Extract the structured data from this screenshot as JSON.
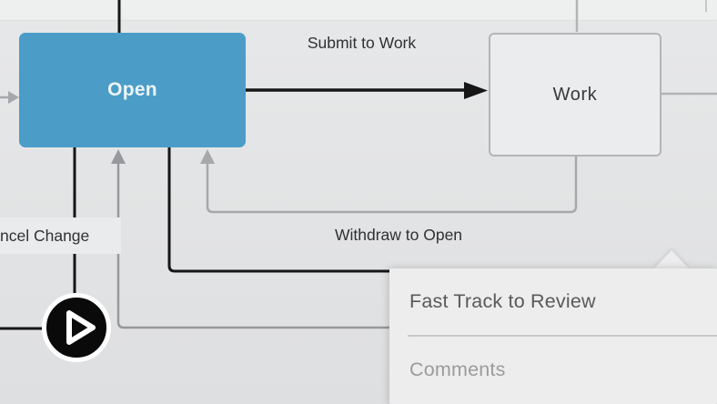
{
  "diagram": {
    "nodes": {
      "open": {
        "label": "Open"
      },
      "work": {
        "label": "Work"
      }
    },
    "transitions": {
      "submit": {
        "label": "Submit to Work"
      },
      "withdraw": {
        "label": "Withdraw to Open"
      },
      "cancel": {
        "label": "ncel Change"
      }
    }
  },
  "menu": {
    "items": [
      {
        "label": "Fast Track to Review"
      },
      {
        "label": "Comments"
      }
    ]
  },
  "video": {
    "play_icon": "play-icon"
  },
  "colors": {
    "canvas_bg": "#e3e4e5",
    "open_node_fill": "#4b9dc8",
    "open_node_text": "#edf4f9",
    "work_node_fill": "#ebeced",
    "work_node_border": "#b3b5b7",
    "work_node_text": "#39393b",
    "black_connector": "#161617",
    "gray_connector": "#a6a8ab",
    "gray_connector_dark": "#97999c",
    "edge_label_text": "#2f3032",
    "menu_bg": "#ededee",
    "menu_divider": "#c8c9cb",
    "menu_item_text": "#59595b",
    "menu_item_muted_text": "#9b9b9d",
    "play_button_bg": "#0a0a0a",
    "play_button_ring": "#ffffff"
  }
}
